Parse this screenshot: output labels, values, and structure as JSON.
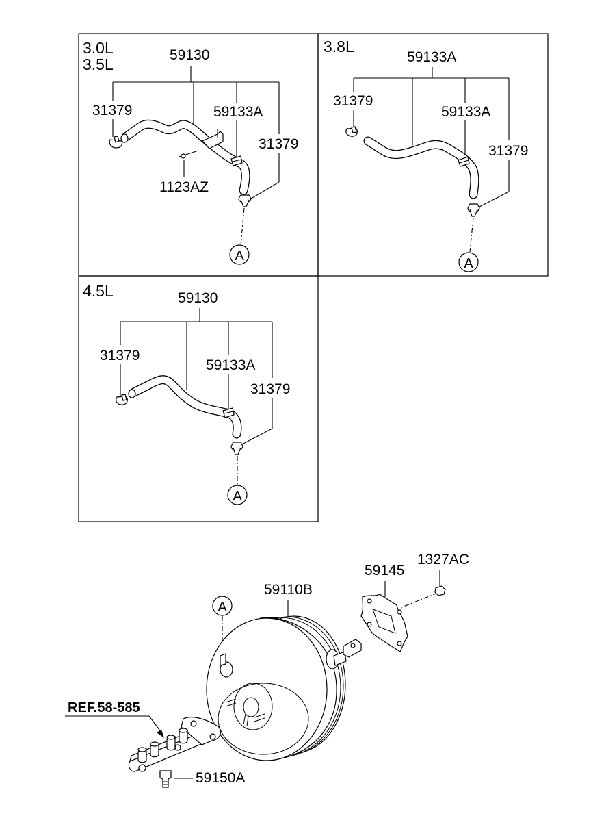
{
  "panels": {
    "p1": {
      "engines": [
        "3.0L",
        "3.5L"
      ],
      "labels": {
        "hose_assy": "59130",
        "clamp_left": "31379",
        "hose": "59133A",
        "clamp_right": "31379",
        "bolt": "1123AZ"
      },
      "ref_marker": "A"
    },
    "p2": {
      "engines": [
        "3.8L"
      ],
      "labels": {
        "hose_assy": "59133A",
        "clamp_left": "31379",
        "hose": "59133A",
        "clamp_right": "31379"
      },
      "ref_marker": "A"
    },
    "p3": {
      "engines": [
        "4.5L"
      ],
      "labels": {
        "hose_assy": "59130",
        "clamp_left": "31379",
        "hose": "59133A",
        "clamp_right": "31379"
      },
      "ref_marker": "A"
    }
  },
  "main": {
    "labels": {
      "booster": "59110B",
      "gasket": "59145",
      "nut": "1327AC",
      "ref": "REF.58-585",
      "switch": "59150A"
    },
    "ref_marker": "A"
  }
}
